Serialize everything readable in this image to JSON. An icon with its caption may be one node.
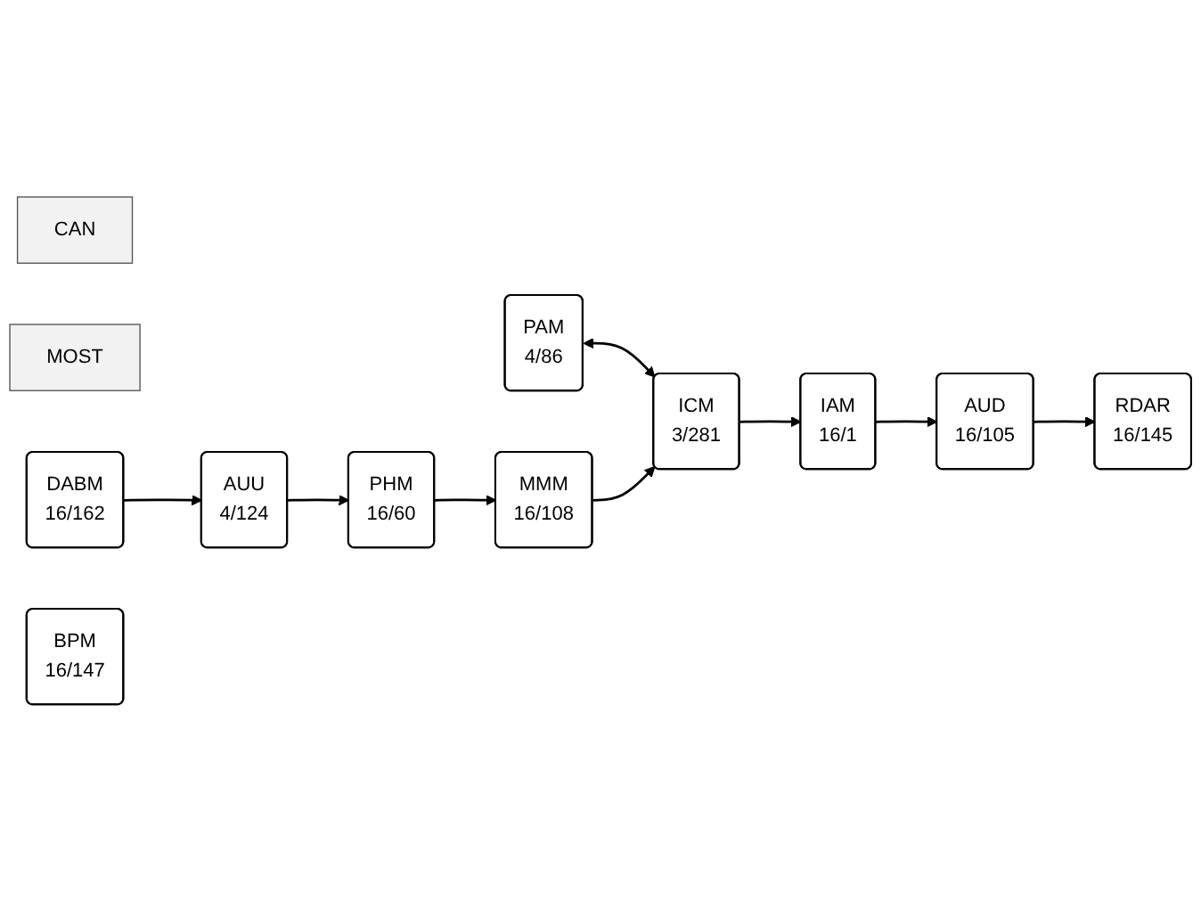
{
  "diagram": {
    "nodes": [
      {
        "text": [
          "PAM",
          "4/86"
        ]
      },
      {
        "text": [
          "CAN"
        ]
      },
      {
        "text": [
          "ICM",
          "3/281"
        ]
      },
      {
        "text": [
          "IAM",
          "16/1"
        ]
      },
      {
        "text": [
          "AUD",
          "16/105"
        ]
      },
      {
        "text": [
          "MMM",
          "16/108"
        ]
      },
      {
        "text": [
          "MOST"
        ]
      },
      {
        "text": [
          "RDAR",
          "16/145"
        ]
      },
      {
        "text": [
          "DABM",
          "16/162"
        ]
      },
      {
        "text": [
          "BPM",
          "16/147"
        ]
      },
      {
        "text": [
          "AUU",
          "4/124"
        ]
      },
      {
        "text": [
          "PHM",
          "16/60"
        ]
      }
    ],
    "edges": [
      {
        "from": 0,
        "to": 2,
        "arrow": "both"
      },
      {
        "from": 2,
        "to": 3,
        "arrow": "to"
      },
      {
        "from": 3,
        "to": 4,
        "arrow": "to"
      },
      {
        "from": 4,
        "to": 7,
        "arrow": "to"
      },
      {
        "from": 8,
        "to": 10,
        "arrow": "to"
      },
      {
        "from": 10,
        "to": 11,
        "arrow": "to"
      },
      {
        "from": 11,
        "to": 5,
        "arrow": "to"
      },
      {
        "from": 5,
        "to": 2,
        "arrow": "to"
      }
    ]
  }
}
